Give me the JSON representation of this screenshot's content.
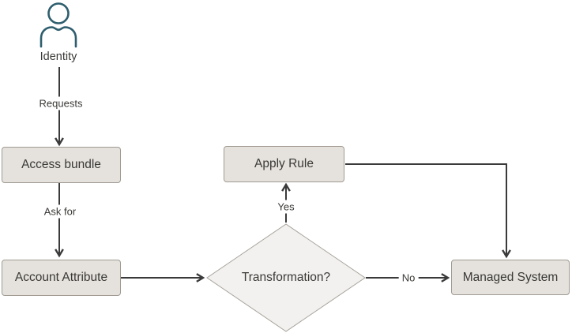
{
  "colors": {
    "line": "#3a3a3a",
    "node_fill": "#e5e2dd",
    "node_border": "#a09a92",
    "decision_fill": "#f2f1ef",
    "decision_border": "#a8a39c",
    "person_icon": "#2e5e6e",
    "text": "#3a3936",
    "background": "#ffffff"
  },
  "nodes": {
    "identity": {
      "label": "Identity",
      "icon": "person-icon"
    },
    "access_bundle": {
      "label": "Access bundle"
    },
    "account_attribute": {
      "label": "Account Attribute"
    },
    "transformation": {
      "label": "Transformation?",
      "shape": "diamond"
    },
    "apply_rule": {
      "label": "Apply Rule"
    },
    "managed_system": {
      "label": "Managed System"
    }
  },
  "edges": [
    {
      "from": "identity",
      "to": "access_bundle",
      "label": "Requests"
    },
    {
      "from": "access_bundle",
      "to": "account_attribute",
      "label": "Ask for"
    },
    {
      "from": "account_attribute",
      "to": "transformation",
      "label": ""
    },
    {
      "from": "transformation",
      "to": "apply_rule",
      "label": "Yes"
    },
    {
      "from": "apply_rule",
      "to": "managed_system",
      "label": ""
    },
    {
      "from": "transformation",
      "to": "managed_system",
      "label": "No"
    }
  ]
}
